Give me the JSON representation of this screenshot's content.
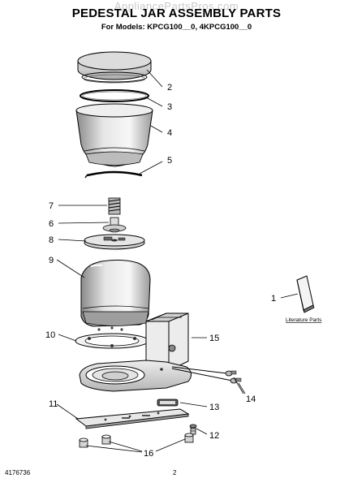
{
  "title": "PEDESTAL JAR ASSEMBLY PARTS",
  "subtitle": "For Models: KPCG100__0, 4KPCG100__0",
  "watermark": "AppliancePartsPros.com",
  "footer_left": "4176736",
  "footer_center": "2",
  "literature_label": "Literature Parts",
  "part_numbers": [
    "1",
    "2",
    "3",
    "4",
    "5",
    "6",
    "7",
    "8",
    "9",
    "10",
    "11",
    "12",
    "13",
    "14",
    "15",
    "16"
  ],
  "colors": {
    "line": "#000000",
    "shade": "#d6d6d6",
    "dark": "#7a7a7a",
    "watermark": "#c9c9c9"
  }
}
